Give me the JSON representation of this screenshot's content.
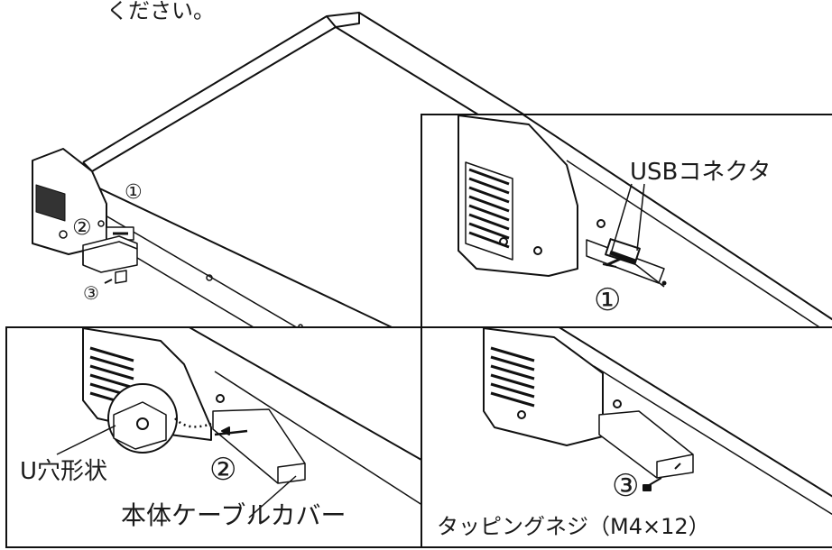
{
  "header_text": "ください。",
  "overview": {
    "step1": "①",
    "step2": "②",
    "step3": "③"
  },
  "panel_usb": {
    "callout": "USBコネクタ",
    "step": "①"
  },
  "panel_cover": {
    "step": "②",
    "u_hole": "U穴形状",
    "cover_name": "本体ケーブルカバー"
  },
  "panel_screw": {
    "step": "③",
    "screw_name": "タッピングネジ（M4×12）"
  }
}
